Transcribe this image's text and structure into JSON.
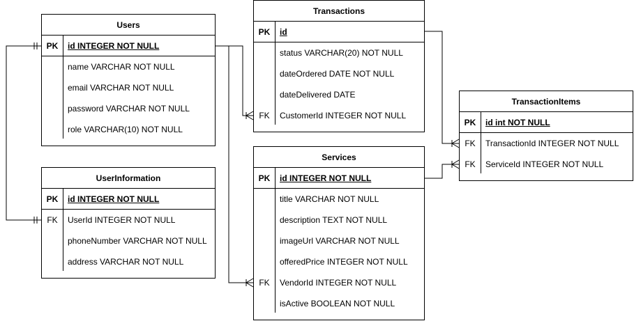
{
  "tables": {
    "users": {
      "title": "Users",
      "rows": [
        {
          "key": "PK",
          "field": "id INTEGER NOT NULL"
        },
        {
          "key": "",
          "field": "name VARCHAR NOT NULL"
        },
        {
          "key": "",
          "field": "email VARCHAR NOT NULL"
        },
        {
          "key": "",
          "field": "password VARCHAR NOT NULL"
        },
        {
          "key": "",
          "field": "role VARCHAR(10) NOT NULL"
        }
      ]
    },
    "userinformation": {
      "title": "UserInformation",
      "rows": [
        {
          "key": "PK",
          "field": "id INTEGER NOT NULL"
        },
        {
          "key": "FK",
          "field": "UserId INTEGER NOT NULL"
        },
        {
          "key": "",
          "field": "phoneNumber VARCHAR NOT NULL"
        },
        {
          "key": "",
          "field": "address VARCHAR NOT NULL"
        }
      ]
    },
    "transactions": {
      "title": "Transactions",
      "rows": [
        {
          "key": "PK",
          "field": "id"
        },
        {
          "key": "",
          "field": "status VARCHAR(20) NOT NULL"
        },
        {
          "key": "",
          "field": "dateOrdered DATE NOT NULL"
        },
        {
          "key": "",
          "field": "dateDelivered DATE"
        },
        {
          "key": "FK",
          "field": "CustomerId INTEGER NOT NULL"
        }
      ]
    },
    "services": {
      "title": "Services",
      "rows": [
        {
          "key": "PK",
          "field": "id INTEGER NOT NULL"
        },
        {
          "key": "",
          "field": "title VARCHAR NOT NULL"
        },
        {
          "key": "",
          "field": "description TEXT NOT NULL"
        },
        {
          "key": "",
          "field": "imageUrl VARCHAR NOT NULL"
        },
        {
          "key": "",
          "field": "offeredPrice INTEGER NOT NULL"
        },
        {
          "key": "FK",
          "field": "VendorId INTEGER NOT NULL"
        },
        {
          "key": "",
          "field": "isActive BOOLEAN NOT NULL"
        }
      ]
    },
    "transactionitems": {
      "title": "TransactionItems",
      "rows": [
        {
          "key": "PK",
          "field": "id int NOT NULL"
        },
        {
          "key": "FK",
          "field": "TransactionId INTEGER NOT NULL"
        },
        {
          "key": "FK",
          "field": "ServiceId INTEGER NOT NULL"
        }
      ]
    }
  },
  "relationships": [
    {
      "from": "Users.id",
      "to": "UserInformation.UserId",
      "notation": "one-to-one"
    },
    {
      "from": "Users.id",
      "to": "Transactions.CustomerId",
      "notation": "one-to-many"
    },
    {
      "from": "Users.id",
      "to": "Services.VendorId",
      "notation": "one-to-many"
    },
    {
      "from": "Transactions.id",
      "to": "TransactionItems.TransactionId",
      "notation": "one-to-many"
    },
    {
      "from": "Services.id",
      "to": "TransactionItems.ServiceId",
      "notation": "one-to-many"
    }
  ],
  "colors": {
    "line": "#000000",
    "background": "#ffffff"
  }
}
